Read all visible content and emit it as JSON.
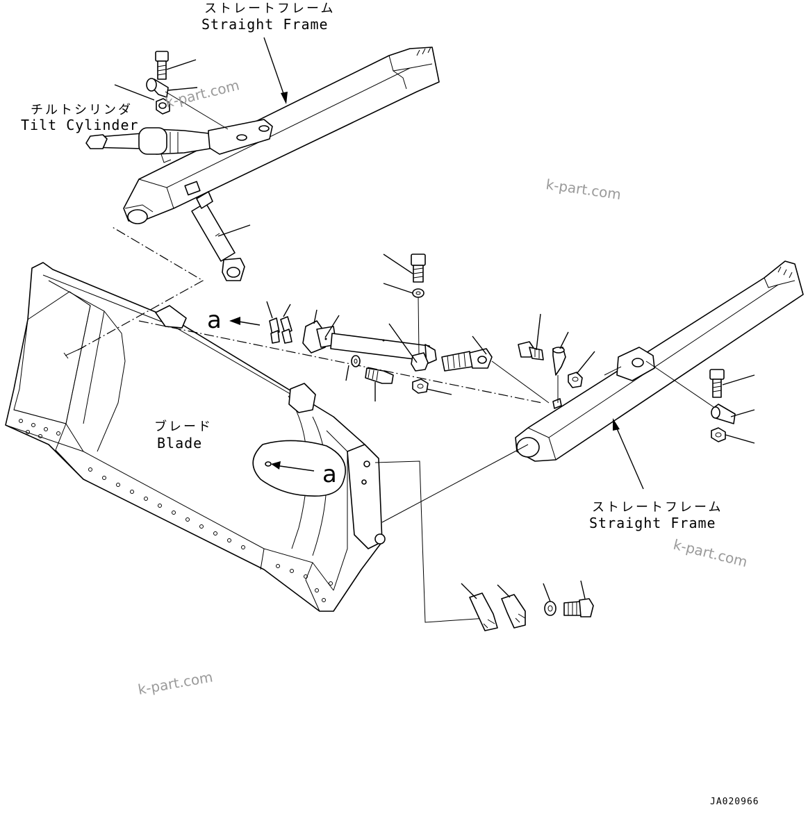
{
  "labels": {
    "frame_top_jp": "ストレートフレーム",
    "frame_top_en": "Straight Frame",
    "tilt_jp": "チルトシリンダ",
    "tilt_en": "Tilt Cylinder",
    "blade_jp": "ブレード",
    "blade_en": "Blade",
    "frame_right_jp": "ストレートフレーム",
    "frame_right_en": "Straight Frame",
    "callout_a_1": "a",
    "callout_a_2": "a"
  },
  "watermarks": [
    "k-part.com",
    "k-part.com",
    "k-part.com",
    "k-part.com"
  ],
  "drawing_code": "JA020966",
  "colors": {
    "line": "#000000",
    "background": "#ffffff",
    "watermark": "#9a9a9a"
  }
}
